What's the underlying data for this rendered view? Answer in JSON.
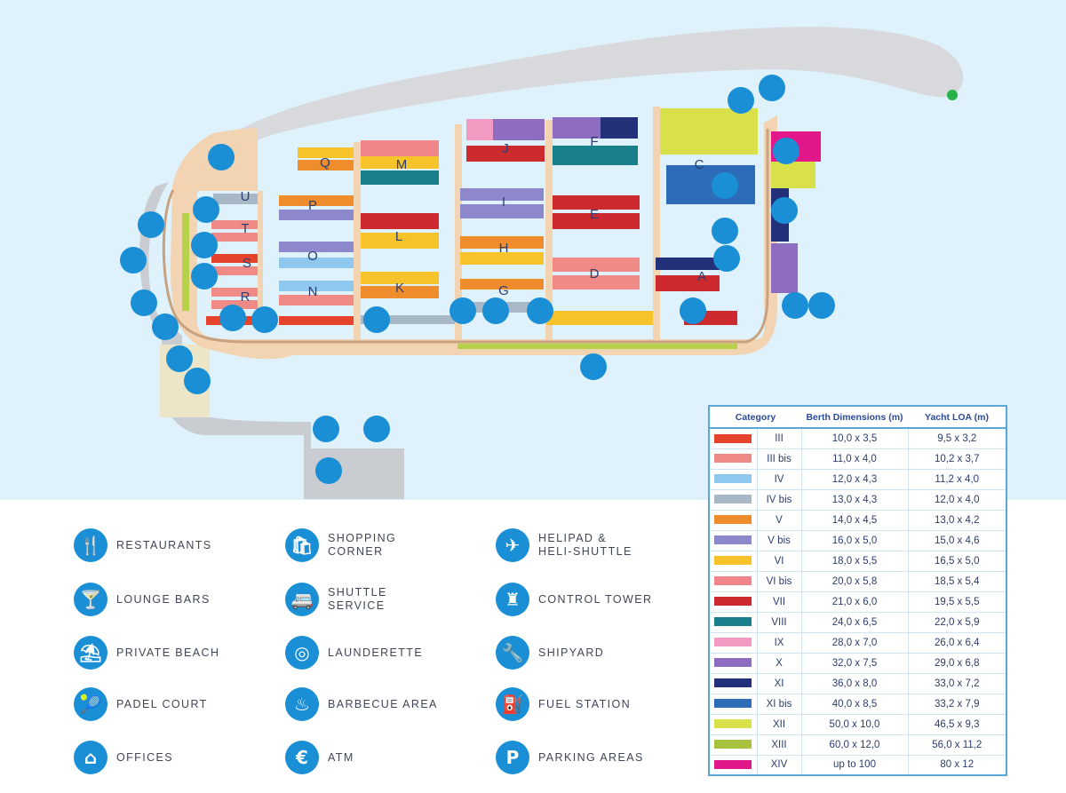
{
  "colors": {
    "sea": "#dff1fa",
    "land": "#f2d3b2",
    "road": "#c8cbd0",
    "icon_blue": "#1a8fd6",
    "table_border": "#5aa8d8"
  },
  "pier_letters": [
    "Q",
    "M",
    "J",
    "F",
    "C",
    "U",
    "P",
    "I",
    "E",
    "T",
    "L",
    "S",
    "O",
    "H",
    "D",
    "A",
    "R",
    "N",
    "K",
    "G"
  ],
  "legend": [
    {
      "icon": "restaurant-icon",
      "glyph": "🍴",
      "label": "RESTAURANTS"
    },
    {
      "icon": "lounge-bar-icon",
      "glyph": "🍸",
      "label": "LOUNGE BARS"
    },
    {
      "icon": "private-beach-icon",
      "glyph": "⛱",
      "label": "PRIVATE BEACH"
    },
    {
      "icon": "padel-court-icon",
      "glyph": "🎾",
      "label": "PADEL COURT"
    },
    {
      "icon": "offices-icon",
      "glyph": "⌂",
      "label": "OFFICES"
    },
    {
      "icon": "shopping-icon",
      "glyph": "🛍",
      "label": "SHOPPING\nCORNER"
    },
    {
      "icon": "shuttle-icon",
      "glyph": "🚐",
      "label": "SHUTTLE\nSERVICE"
    },
    {
      "icon": "launderette-icon",
      "glyph": "◎",
      "label": "LAUNDERETTE"
    },
    {
      "icon": "barbecue-icon",
      "glyph": "♨",
      "label": "BARBECUE AREA"
    },
    {
      "icon": "atm-icon",
      "glyph": "€",
      "label": "ATM"
    },
    {
      "icon": "helipad-icon",
      "glyph": "✈",
      "label": "HELIPAD &\nHELI-SHUTTLE"
    },
    {
      "icon": "control-tower-icon",
      "glyph": "♜",
      "label": "CONTROL TOWER"
    },
    {
      "icon": "shipyard-icon",
      "glyph": "🔧",
      "label": "SHIPYARD"
    },
    {
      "icon": "fuel-station-icon",
      "glyph": "⛽",
      "label": "FUEL STATION"
    },
    {
      "icon": "parking-icon",
      "glyph": "P",
      "label": "PARKING AREAS"
    }
  ],
  "table": {
    "headers": [
      "Category",
      "Berth Dimensions (m)",
      "Yacht LOA (m)"
    ],
    "rows": [
      {
        "color": "#e5432b",
        "cat": "III",
        "dim": "10,0 x 3,5",
        "loa": "9,5 x 3,2"
      },
      {
        "color": "#f08a86",
        "cat": "III bis",
        "dim": "11,0 x 4,0",
        "loa": "10,2 x 3,7"
      },
      {
        "color": "#8ec8ef",
        "cat": "IV",
        "dim": "12,0 x 4,3",
        "loa": "11,2 x 4,0"
      },
      {
        "color": "#a9b8c6",
        "cat": "IV bis",
        "dim": "13,0 x 4,3",
        "loa": "12,0 x 4,0"
      },
      {
        "color": "#ef8c2c",
        "cat": "V",
        "dim": "14,0 x 4,5",
        "loa": "13,0 x 4,2"
      },
      {
        "color": "#8d88cc",
        "cat": "V bis",
        "dim": "16,0 x 5,0",
        "loa": "15,0 x 4,6"
      },
      {
        "color": "#f6c32a",
        "cat": "VI",
        "dim": "18,0 x 5,5",
        "loa": "16,5 x 5,0"
      },
      {
        "color": "#f0858a",
        "cat": "VI bis",
        "dim": "20,0 x 5,8",
        "loa": "18,5 x 5,4"
      },
      {
        "color": "#cc2a2e",
        "cat": "VII",
        "dim": "21,0 x 6,0",
        "loa": "19,5 x 5,5"
      },
      {
        "color": "#1a7f8d",
        "cat": "VIII",
        "dim": "24,0 x 6,5",
        "loa": "22,0 x 5,9"
      },
      {
        "color": "#f29ac2",
        "cat": "IX",
        "dim": "28,0 x 7,0",
        "loa": "26,0 x 6,4"
      },
      {
        "color": "#8e6cbf",
        "cat": "X",
        "dim": "32,0 x 7,5",
        "loa": "29,0 x 6,8"
      },
      {
        "color": "#23307a",
        "cat": "XI",
        "dim": "36,0 x 8,0",
        "loa": "33,0 x 7,2"
      },
      {
        "color": "#2d6db8",
        "cat": "XI bis",
        "dim": "40,0 x 8,5",
        "loa": "33,2 x 7,9"
      },
      {
        "color": "#d9e14a",
        "cat": "XII",
        "dim": "50,0 x 10,0",
        "loa": "46,5 x 9,3"
      },
      {
        "color": "#a7c23c",
        "cat": "XIII",
        "dim": "60,0 x 12,0",
        "loa": "56,0 x 11,2"
      },
      {
        "color": "#e2178a",
        "cat": "XIV",
        "dim": "up to 100",
        "loa": "80 x 12"
      }
    ]
  }
}
